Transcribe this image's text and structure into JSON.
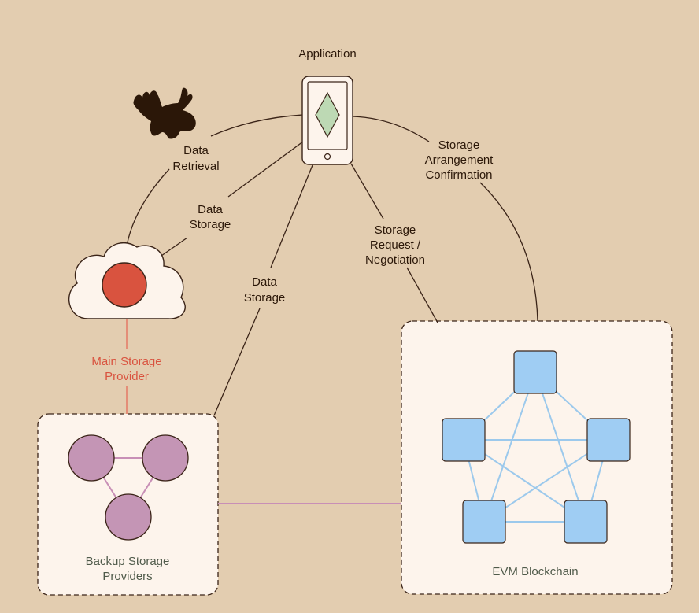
{
  "labels": {
    "application": "Application",
    "data_retrieval": [
      "Data",
      "Retrieval"
    ],
    "data_storage_cloud": [
      "Data",
      "Storage"
    ],
    "data_storage_backup": [
      "Data",
      "Storage"
    ],
    "storage_request": [
      "Storage",
      "Request /",
      "Negotiation"
    ],
    "storage_confirmation": [
      "Storage",
      "Arrangement",
      "Confirmation"
    ],
    "main_provider": [
      "Main Storage",
      "Provider"
    ],
    "backup_providers": [
      "Backup Storage",
      "Providers"
    ],
    "evm_blockchain": "EVM Blockchain"
  },
  "icons": {
    "logo": "moose-icon",
    "app": "phone-icon",
    "app_glyph": "ethereum-diamond-icon",
    "main_storage": "cloud-icon"
  },
  "colors": {
    "background": "#e3cdb0",
    "panel": "#fdf4ec",
    "line": "#3b2418",
    "main_provider": "#d9533f",
    "main_provider_text": "#d9533f",
    "backup_node": "#c495b5",
    "backup_link": "#c88fb6",
    "chain_node": "#9fcdf3",
    "chain_link": "#9cc9ec",
    "diamond": "#bdd9b4",
    "logo": "#2b1708"
  }
}
